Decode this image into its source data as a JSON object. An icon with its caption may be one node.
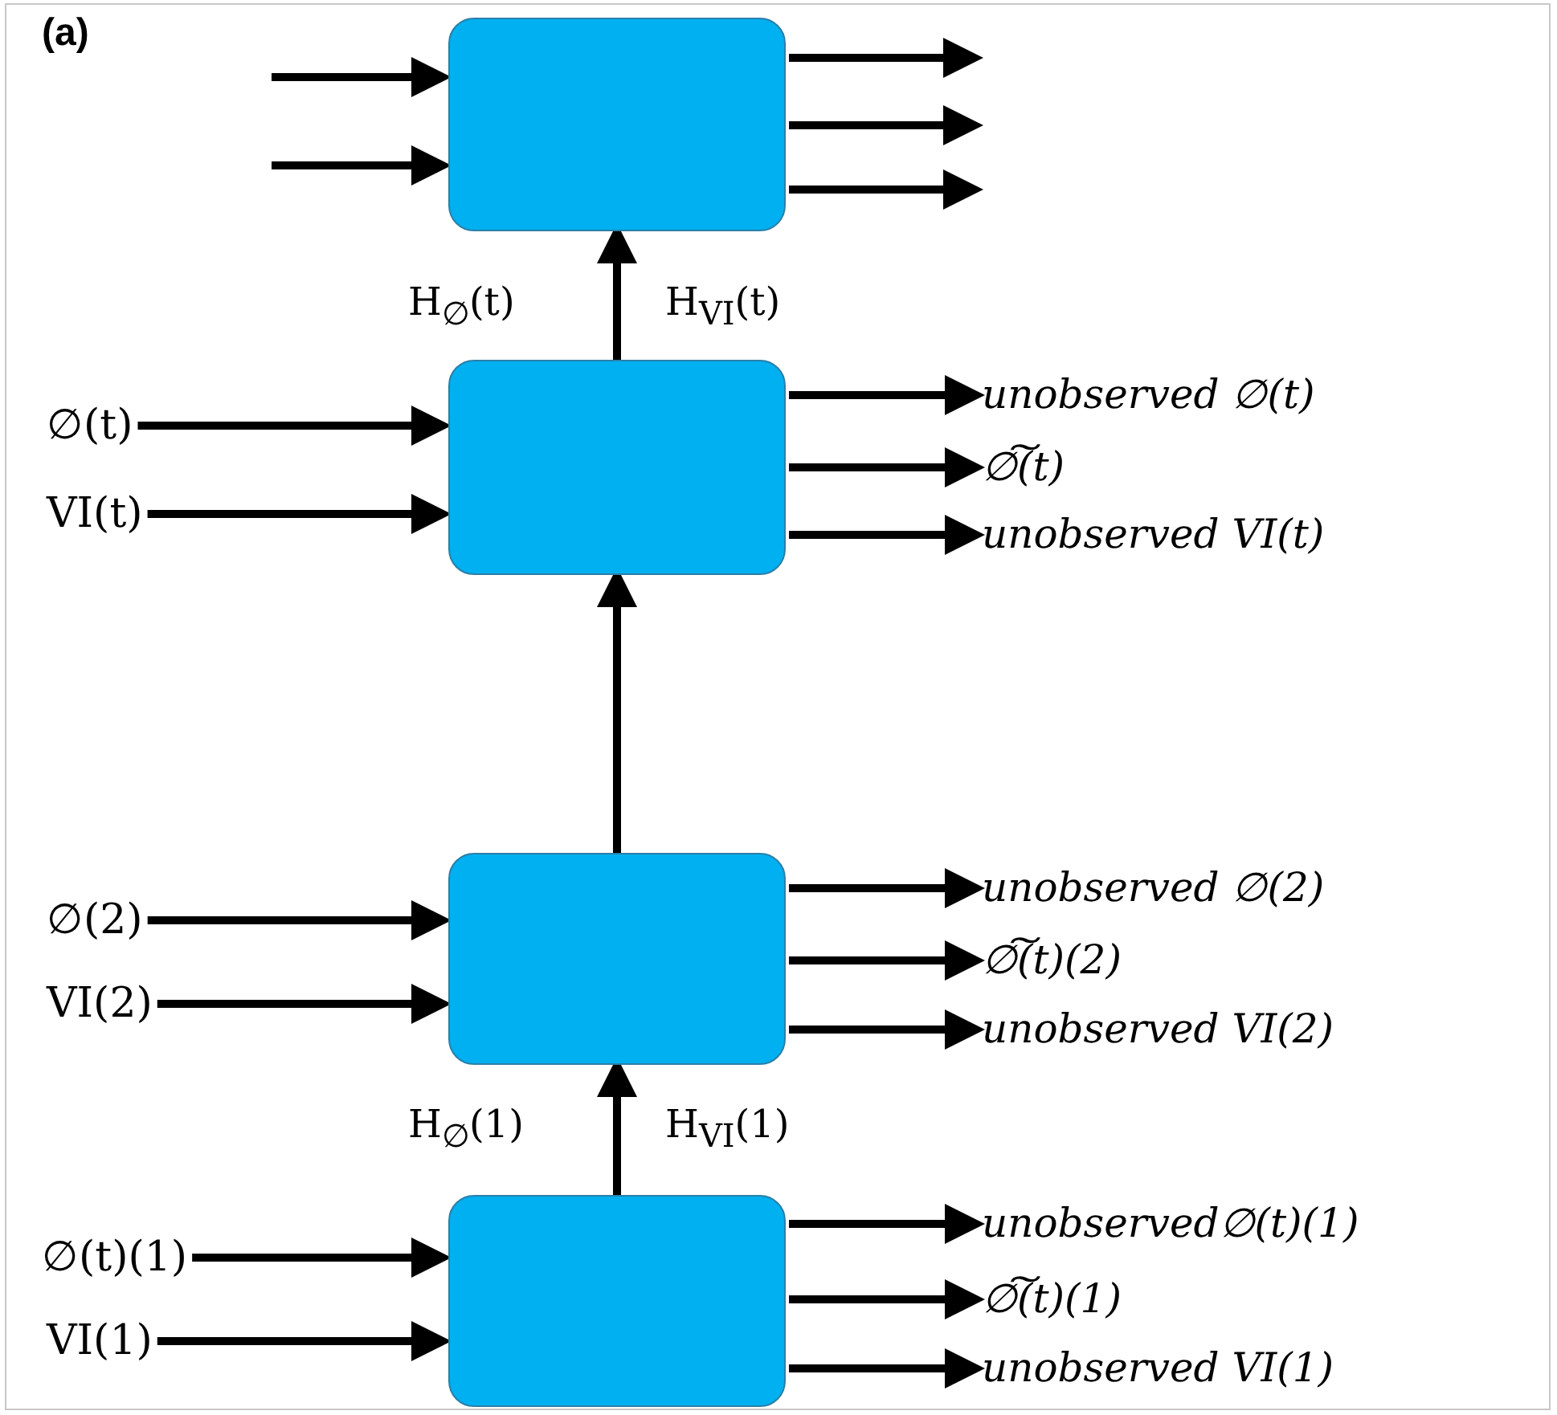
{
  "diagram": {
    "nodes": [
      {
        "text": [],
        "shape": "box"
      },
      {
        "text": [
          "∅(t)"
        ]
      },
      {
        "text": [
          "VI(t)"
        ]
      },
      {
        "text": [],
        "shape": "box"
      },
      {
        "text": [
          "unobserved ∅(t)"
        ]
      },
      {
        "text": [
          "∅͠(t)"
        ]
      },
      {
        "text": [
          "unobserved VI(t)"
        ]
      },
      {
        "text": [
          "∅(2)"
        ]
      },
      {
        "text": [
          "VI(2)"
        ]
      },
      {
        "text": [],
        "shape": "box"
      },
      {
        "text": [
          "unobserved ∅(2)"
        ]
      },
      {
        "text": [
          "∅͠(t)(2)"
        ]
      },
      {
        "text": [
          "unobserved VI(2)"
        ]
      },
      {
        "text": [
          "∅(t)(1)"
        ]
      },
      {
        "text": [
          "VI(1)"
        ]
      },
      {
        "text": [],
        "shape": "box"
      },
      {
        "text": [
          "unobserved∅(t)(1)"
        ]
      },
      {
        "text": [
          "∅͠(t)(1)"
        ]
      },
      {
        "text": [
          "unobserved VI(1)"
        ]
      }
    ],
    "edges": [
      {
        "from": null,
        "to": 0,
        "arrow": "to"
      },
      {
        "from": null,
        "to": 0,
        "arrow": "to"
      },
      {
        "from": 0,
        "to": null,
        "arrow": "to"
      },
      {
        "from": 0,
        "to": null,
        "arrow": "to"
      },
      {
        "from": 0,
        "to": null,
        "arrow": "to"
      },
      {
        "from": 1,
        "to": 3,
        "arrow": "to"
      },
      {
        "from": 2,
        "to": 3,
        "arrow": "to"
      },
      {
        "from": 3,
        "to": 4,
        "arrow": "to"
      },
      {
        "from": 3,
        "to": 5,
        "arrow": "to"
      },
      {
        "from": 3,
        "to": 6,
        "arrow": "to"
      },
      {
        "from": 3,
        "to": 0,
        "arrow": "to",
        "label": "H$_{∅}$(t)"
      },
      {
        "from": 7,
        "to": 9,
        "arrow": "to"
      },
      {
        "from": 8,
        "to": 9,
        "arrow": "to"
      },
      {
        "from": 9,
        "to": 10,
        "arrow": "to"
      },
      {
        "from": 9,
        "to": 11,
        "arrow": "to"
      },
      {
        "from": 9,
        "to": 12,
        "arrow": "to"
      },
      {
        "from": 9,
        "to": 3,
        "arrow": "to"
      },
      {
        "from": 13,
        "to": 15,
        "arrow": "to"
      },
      {
        "from": 14,
        "to": 15,
        "arrow": "to"
      },
      {
        "from": 15,
        "to": 16,
        "arrow": "to"
      },
      {
        "from": 15,
        "to": 17,
        "arrow": "to"
      },
      {
        "from": 15,
        "to": 18,
        "arrow": "to"
      },
      {
        "from": 15,
        "to": 9,
        "arrow": "to",
        "label": "H$_{∅}$(1)"
      }
    ],
    "labels": [
      "(a)",
      "H$_{VI}$(t)",
      "H$_{VI}$(1)"
    ]
  }
}
